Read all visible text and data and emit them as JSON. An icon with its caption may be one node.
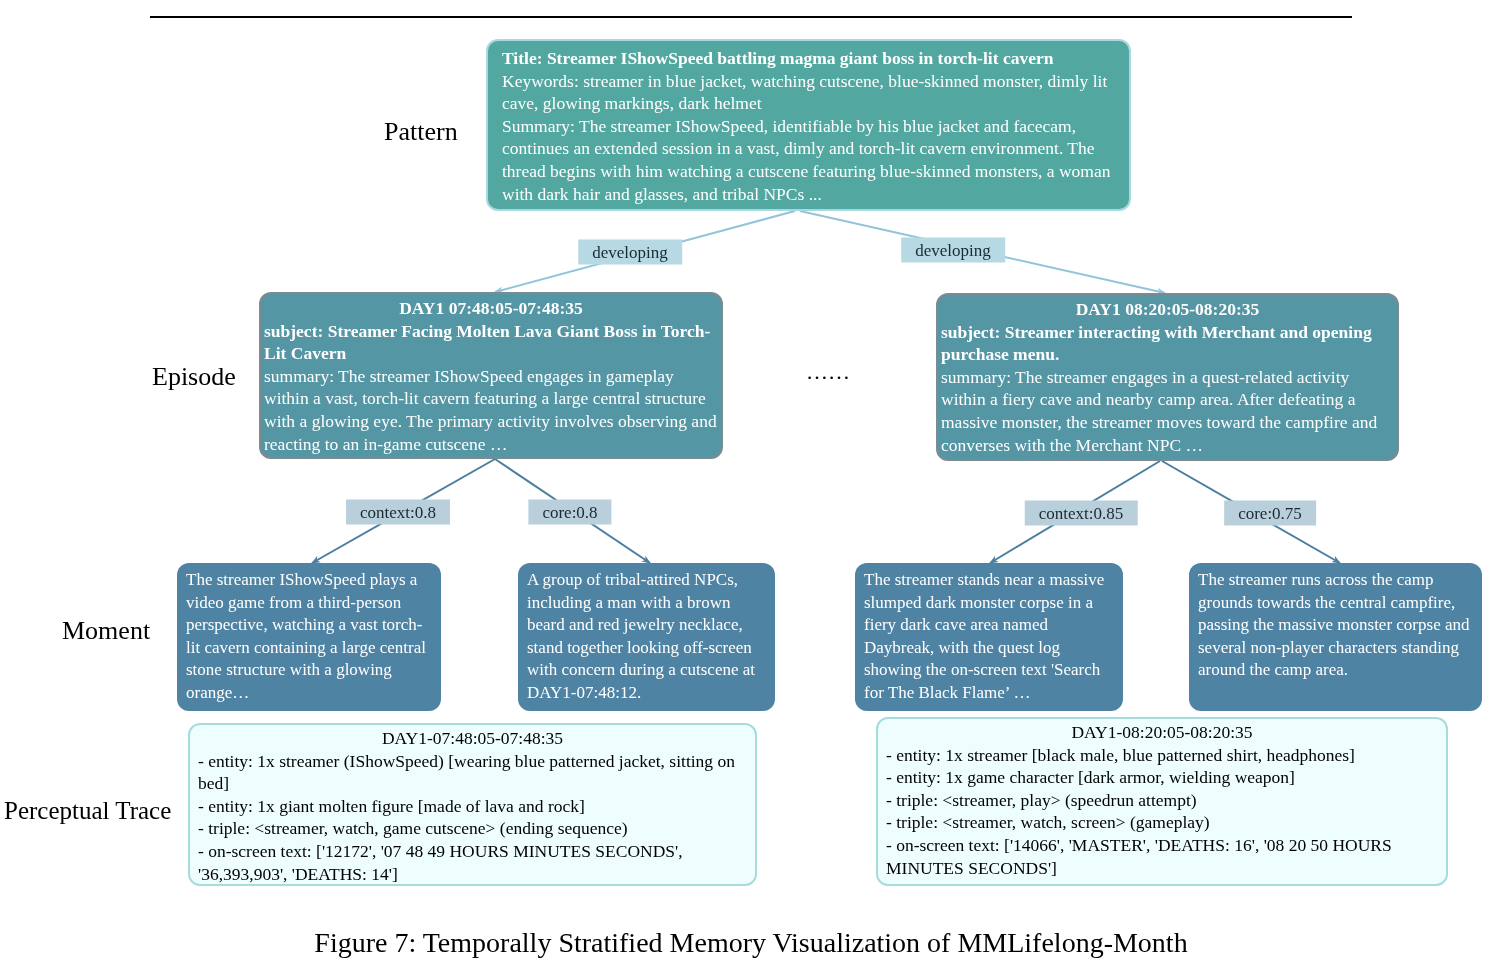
{
  "diagram": {
    "caption": "Figure 7: Temporally Stratified Memory Visualization of MMLifelong-Month",
    "nodes": [
      {
        "text": [
          "Title: Streamer IShowSpeed battling magma giant boss in torch-lit cavern",
          "Keywords: streamer in blue jacket, watching cutscene, blue-skinned monster, dimly lit cave, glowing markings, dark helmet",
          "Summary: The streamer IShowSpeed, identifiable by his blue jacket and facecam, continues an extended session in a vast, dimly and torch-lit cavern environment. The thread begins with him watching a cutscene featuring blue-skinned monsters, a woman with dark hair and glasses, and tribal NPCs ..."
        ]
      },
      {
        "text": [
          "DAY1 07:48:05-07:48:35",
          "subject: Streamer Facing Molten Lava Giant Boss in Torch-Lit Cavern",
          "summary: The streamer IShowSpeed engages in gameplay within a vast, torch-lit cavern featuring a large central structure with a glowing eye. The primary activity involves observing and reacting to an in-game cutscene …"
        ]
      },
      {
        "text": [
          "DAY1 08:20:05-08:20:35",
          "subject: Streamer interacting with Merchant and opening purchase menu.",
          "summary: The streamer engages in a quest-related activity within a fiery cave and nearby camp area. After defeating a massive monster, the streamer moves toward the campfire and converses with the Merchant NPC …"
        ]
      },
      {
        "text": [
          "The streamer IShowSpeed plays a video game from a third-person perspective, watching a vast torch-lit cavern containing a large central stone structure with a glowing orange…"
        ]
      },
      {
        "text": [
          "A group of tribal-attired NPCs, including a man with a brown beard and red jewelry necklace, stand together looking off-screen with concern during a cutscene at DAY1-07:48:12."
        ]
      },
      {
        "text": [
          "The streamer stands near a massive slumped dark monster corpse in a fiery dark cave area named Daybreak, with the quest log showing the on-screen text 'Search for The Black Flame’ …"
        ]
      },
      {
        "text": [
          "The streamer runs across the camp grounds towards the central campfire, passing the massive monster corpse and several non-player characters standing around the camp area."
        ]
      },
      {
        "text": [
          "DAY1-07:48:05-07:48:35",
          "- entity: 1x streamer (IShowSpeed) [wearing blue patterned jacket, sitting on bed]",
          "- entity: 1x giant molten figure [made of lava and rock]",
          "- triple: <streamer, watch, game cutscene> (ending sequence)",
          "- on-screen text: ['12172', '07 48 49 HOURS MINUTES SECONDS', '36,393,903', 'DEATHS: 14']"
        ]
      },
      {
        "text": [
          "DAY1-08:20:05-08:20:35",
          "- entity: 1x streamer [black male, blue patterned shirt, headphones]",
          "- entity: 1x game character [dark armor, wielding weapon]",
          "- triple: <streamer, play> (speedrun attempt)",
          "- triple: <streamer, watch, screen> (gameplay)",
          "- on-screen text: ['14066', 'MASTER', 'DEATHS: 16', '08 20 50 HOURS MINUTES SECONDS']"
        ]
      }
    ],
    "edges": [
      {
        "from": 0,
        "to": 1,
        "arrow": "to",
        "label": "developing",
        "color": "#93c4dc"
      },
      {
        "from": 0,
        "to": 2,
        "arrow": "to",
        "label": "developing",
        "color": "#93c4dc"
      },
      {
        "from": 1,
        "to": 3,
        "arrow": "to",
        "label": "context:0.8"
      },
      {
        "from": 1,
        "to": 4,
        "arrow": "to",
        "label": "core:0.8"
      },
      {
        "from": 2,
        "to": 5,
        "arrow": "to",
        "label": "context:0.85"
      },
      {
        "from": 2,
        "to": 6,
        "arrow": "to",
        "label": "core:0.75"
      }
    ],
    "labels": [
      "Pattern",
      "Episode",
      "……",
      "Moment",
      "Perceptual Trace"
    ]
  }
}
